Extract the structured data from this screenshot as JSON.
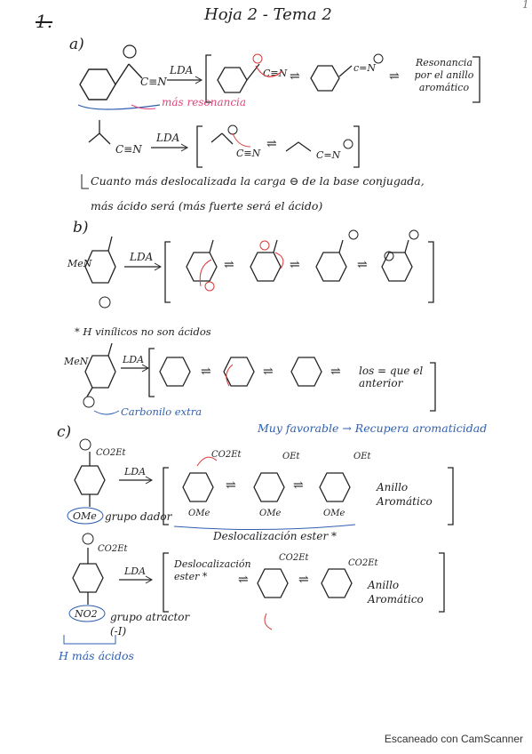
{
  "header": {
    "item_number": "1.",
    "title": "Hoja 2 - Tema 2",
    "corner_mark": "1"
  },
  "section_a": {
    "label": "a)",
    "reagent": "LDA",
    "resonance_note": "Resonancia por el anillo aromático",
    "more_resonance": "más resonancia",
    "conclusion_line1": "Cuanto más deslocalizada la carga ⊖ de la base conjugada,",
    "conclusion_line2": "más ácido será (más fuerte será el ácido)"
  },
  "section_b": {
    "label": "b)",
    "reagent": "LDA",
    "note_vinylic": "* H vinílicos no son ácidos",
    "carbonyl_extra": "Carbonilo extra",
    "same_as_before": "los = que el anterior"
  },
  "section_c": {
    "label": "c)",
    "reagent": "LDA",
    "very_favorable": "Muy favorable → Recupera aromaticidad",
    "donor_group": "grupo dador",
    "ester_delocalization": "Deslocalización ester *",
    "aromatic_ring_1": "Anillo Aromático",
    "delocalization_ester_2": "Deslocalización ester *",
    "withdrawing_group": "grupo atractor (-I)",
    "aromatic_ring_2": "Anillo Aromático",
    "more_acidic_h": "H más ácidos",
    "ome": "OMe",
    "no2": "NO2",
    "co2et": "CO2Et",
    "oet": "OEt"
  },
  "footer": {
    "scanner": "Escaneado con CamScanner"
  }
}
